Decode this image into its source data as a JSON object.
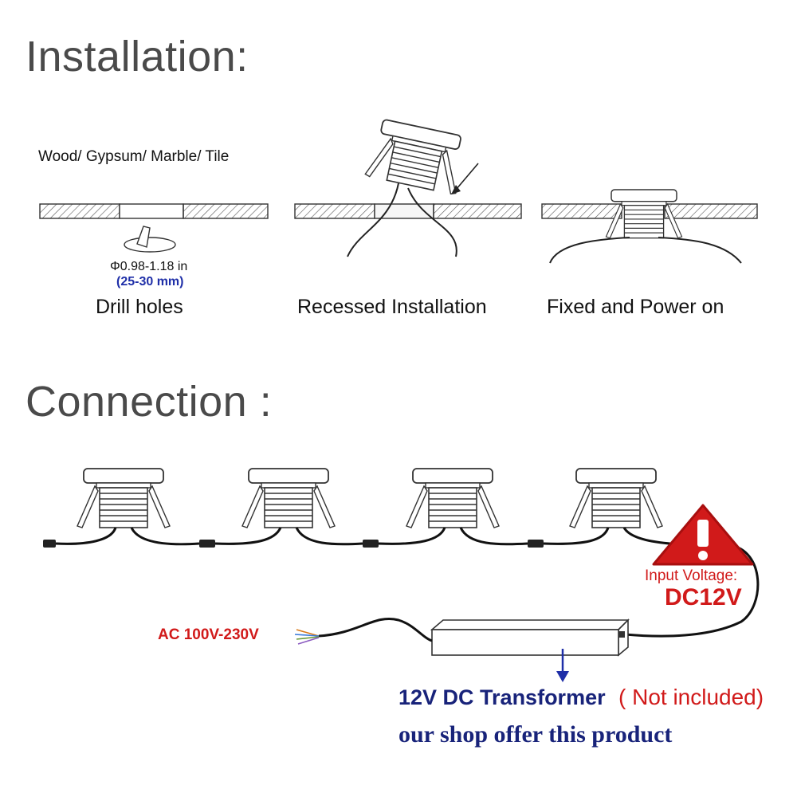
{
  "headings": {
    "installation": "Installation:",
    "connection": "Connection :"
  },
  "install": {
    "materials": "Wood/ Gypsum/ Marble/ Tile",
    "hole_size_in": "Φ0.98-1.18 in",
    "hole_size_mm": "(25-30 mm)",
    "steps": [
      "Drill holes",
      "Recessed Installation",
      "Fixed and Power on"
    ]
  },
  "connection": {
    "warning_label": "Input Voltage:",
    "warning_value": "DC12V",
    "ac_label": "AC 100V-230V",
    "transformer_label": "12V DC Transformer",
    "not_included": "( Not included)",
    "shop_note": "our shop offer this product",
    "light_count": 4
  },
  "colors": {
    "heading": "#4a4a4a",
    "warning_red": "#d11a1a",
    "blue": "#1f2fa8",
    "navy": "#18237a"
  }
}
